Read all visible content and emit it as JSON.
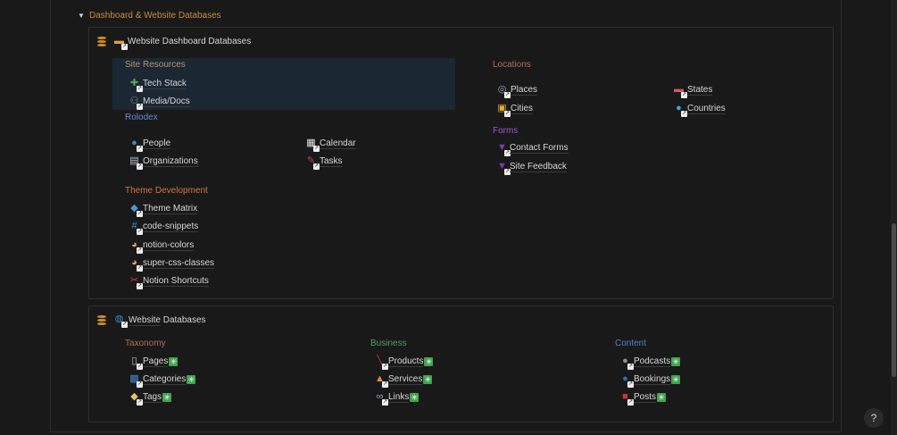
{
  "colors": {
    "dashboard": "#c78a3e",
    "site_resources": "#b89560",
    "rolodex": "#5f8fd4",
    "theme": "#d6733d",
    "locations": "#b46c52",
    "forms": "#9b58d2",
    "taxonomy": "#b46b55",
    "business": "#4f9c6a",
    "content": "#5081c2"
  },
  "toggle": {
    "label": "Dashboard & Website Databases"
  },
  "dashboard_box": {
    "title": "Website Dashboard Databases",
    "title_icon": "dashboard-icon",
    "groups": {
      "site_resources": {
        "label": "Site Resources",
        "items": [
          {
            "label": "Tech Stack",
            "icon": "puzzle-icon"
          },
          {
            "label": "Media/Docs",
            "icon": "binoculars-icon"
          }
        ]
      },
      "rolodex": {
        "label": "Rolodex",
        "items": [
          {
            "label": "People",
            "icon": "people-icon"
          },
          {
            "label": "Organizations",
            "icon": "id-card-icon"
          },
          {
            "label": "Calendar",
            "icon": "calendar-icon"
          },
          {
            "label": "Tasks",
            "icon": "pushpin-icon"
          }
        ]
      },
      "theme": {
        "label": "Theme Development",
        "items": [
          {
            "label": "Theme Matrix",
            "icon": "diamond-icon"
          },
          {
            "label": "code-snippets",
            "icon": "numbers-icon"
          },
          {
            "label": "notion-colors",
            "icon": "palette-icon"
          },
          {
            "label": "super-css-classes",
            "icon": "palette-icon"
          },
          {
            "label": "Notion Shortcuts",
            "icon": "tools-icon"
          }
        ]
      },
      "locations": {
        "label": "Locations",
        "items": [
          {
            "label": "Places",
            "icon": "stadium-icon"
          },
          {
            "label": "Cities",
            "icon": "city-icon"
          },
          {
            "label": "States",
            "icon": "flag-icon"
          },
          {
            "label": "Countries",
            "icon": "globe-icon"
          }
        ]
      },
      "forms": {
        "label": "Forms",
        "items": [
          {
            "label": "Contact Forms",
            "icon": "form-icon"
          },
          {
            "label": "Site Feedback",
            "icon": "form-icon"
          }
        ]
      }
    }
  },
  "website_box": {
    "title_link": "Website",
    "title_rest": "Databases",
    "groups": {
      "taxonomy": {
        "label": "Taxonomy",
        "items": [
          {
            "label": "Pages",
            "icon": "page-icon"
          },
          {
            "label": "Categories",
            "icon": "abcd-icon"
          },
          {
            "label": "Tags",
            "icon": "tag-icon"
          }
        ]
      },
      "business": {
        "label": "Business",
        "items": [
          {
            "label": "Products",
            "icon": "product-icon"
          },
          {
            "label": "Services",
            "icon": "bell-icon"
          },
          {
            "label": "Links",
            "icon": "link-icon"
          }
        ]
      },
      "content": {
        "label": "Content",
        "items": [
          {
            "label": "Podcasts",
            "icon": "microphone-icon"
          },
          {
            "label": "Bookings",
            "icon": "head-icon"
          },
          {
            "label": "Posts",
            "icon": "post-icon"
          }
        ]
      }
    }
  },
  "help": {
    "label": "?"
  }
}
